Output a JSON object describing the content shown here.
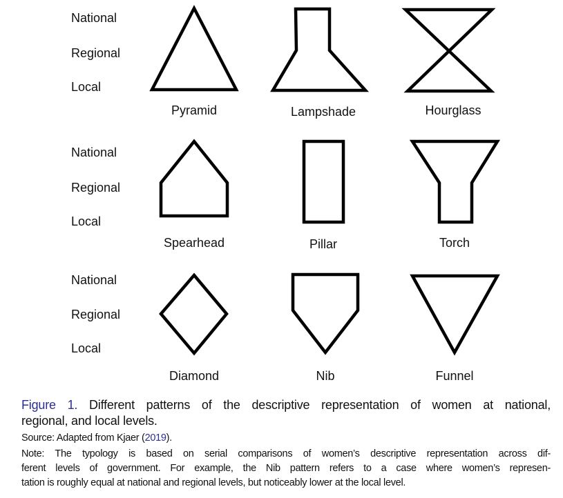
{
  "levels": [
    "National",
    "Regional",
    "Local"
  ],
  "shapes": [
    "Pyramid",
    "Lampshade",
    "Hourglass",
    "Spearhead",
    "Pillar",
    "Torch",
    "Diamond",
    "Nib",
    "Funnel"
  ],
  "caption": {
    "figure_label": "Figure 1.",
    "line1": "Different patterns of the descriptive representation of women at national,",
    "line2": "regional, and local levels.",
    "source_prefix": "Source: Adapted from Kjaer (",
    "source_year": "2019",
    "source_suffix": ").",
    "note1": "Note: The typology is based on serial comparisons of women’s descriptive representation across dif-",
    "note2": "ferent levels of government. For example, the Nib pattern refers to a case where women’s represen-",
    "note3": "tation is roughly equal at national and regional levels, but noticeably lower at the local level."
  },
  "colors": {
    "accent": "#2b2f8f",
    "stroke": "#000000"
  }
}
